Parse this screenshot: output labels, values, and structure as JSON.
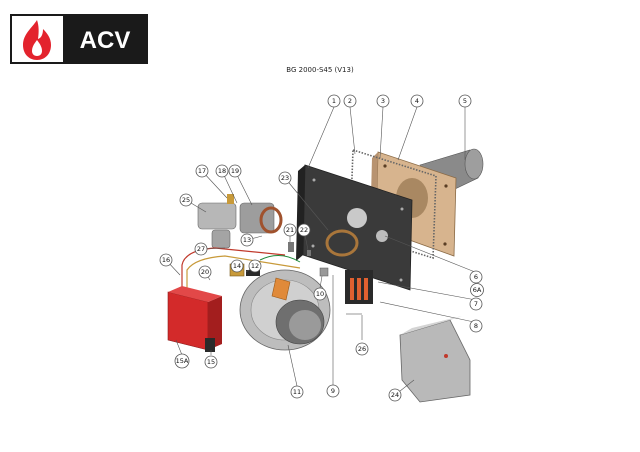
{
  "logo": {
    "brand": "ACV",
    "accent": "#e3232d",
    "bg": "#1a1a1a"
  },
  "title": "BG 2000-S45 (V13)",
  "callouts": [
    "1",
    "2",
    "3",
    "4",
    "5",
    "6",
    "6A",
    "7",
    "8",
    "9",
    "10",
    "11",
    "12",
    "13",
    "14",
    "15",
    "15A",
    "16",
    "17",
    "18",
    "19",
    "20",
    "21",
    "22",
    "23",
    "24",
    "25",
    "26",
    "27"
  ]
}
